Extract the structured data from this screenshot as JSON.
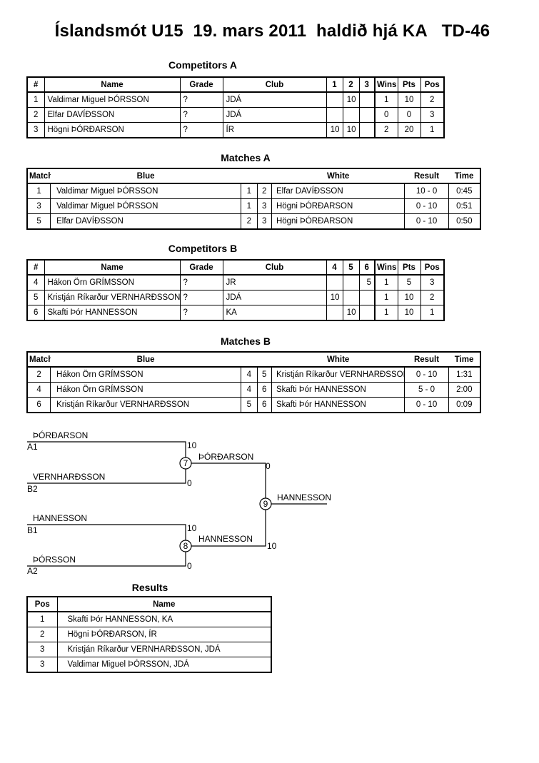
{
  "title": "Íslandsmót U15  19. mars 2011  haldið hjá KA   TD-46",
  "competitors_a": {
    "title": "Competitors A",
    "headers": [
      "#",
      "Name",
      "Grade",
      "Club",
      "1",
      "2",
      "3",
      "Wins",
      "Pts",
      "Pos"
    ],
    "rows": [
      {
        "num": "1",
        "name": "Valdimar Miguel ÞÓRSSON",
        "grade": "?",
        "club": "JDÁ",
        "r1": "",
        "r2": "10",
        "r3": "",
        "wins": "1",
        "pts": "10",
        "pos": "2"
      },
      {
        "num": "2",
        "name": "Elfar DAVÍÐSSON",
        "grade": "?",
        "club": "JDÁ",
        "r1": "",
        "r2": "",
        "r3": "",
        "wins": "0",
        "pts": "0",
        "pos": "3"
      },
      {
        "num": "3",
        "name": "Högni ÞÓRÐARSON",
        "grade": "?",
        "club": "ÍR",
        "r1": "10",
        "r2": "10",
        "r3": "",
        "wins": "2",
        "pts": "20",
        "pos": "1"
      }
    ]
  },
  "matches_a": {
    "title": "Matches A",
    "headers": [
      "Match",
      "Blue",
      "White",
      "Result",
      "Time"
    ],
    "rows": [
      {
        "match": "1",
        "blue": "Valdimar Miguel ÞÓRSSON",
        "b": "1",
        "w": "2",
        "white": "Elfar DAVÍÐSSON",
        "result": "10 - 0",
        "time": "0:45"
      },
      {
        "match": "3",
        "blue": "Valdimar Miguel ÞÓRSSON",
        "b": "1",
        "w": "3",
        "white": "Högni ÞÓRÐARSON",
        "result": "0 - 10",
        "time": "0:51"
      },
      {
        "match": "5",
        "blue": "Elfar DAVÍÐSSON",
        "b": "2",
        "w": "3",
        "white": "Högni ÞÓRÐARSON",
        "result": "0 - 10",
        "time": "0:50"
      }
    ]
  },
  "competitors_b": {
    "title": "Competitors B",
    "headers": [
      "#",
      "Name",
      "Grade",
      "Club",
      "4",
      "5",
      "6",
      "Wins",
      "Pts",
      "Pos"
    ],
    "rows": [
      {
        "num": "4",
        "name": "Hákon Örn GRÍMSSON",
        "grade": "?",
        "club": "JR",
        "r1": "",
        "r2": "",
        "r3": "5",
        "wins": "1",
        "pts": "5",
        "pos": "3"
      },
      {
        "num": "5",
        "name": "Kristján Ríkarður VERNHARÐSSON",
        "grade": "?",
        "club": "JDÁ",
        "r1": "10",
        "r2": "",
        "r3": "",
        "wins": "1",
        "pts": "10",
        "pos": "2"
      },
      {
        "num": "6",
        "name": "Skafti Þór  HANNESSON",
        "grade": "?",
        "club": "KA",
        "r1": "",
        "r2": "10",
        "r3": "",
        "wins": "1",
        "pts": "10",
        "pos": "1"
      }
    ]
  },
  "matches_b": {
    "title": "Matches B",
    "headers": [
      "Match",
      "Blue",
      "White",
      "Result",
      "Time"
    ],
    "rows": [
      {
        "match": "2",
        "blue": "Hákon Örn GRÍMSSON",
        "b": "4",
        "w": "5",
        "white": "Kristján Ríkarður VERNHARÐSSON",
        "result": "0 - 10",
        "time": "1:31"
      },
      {
        "match": "4",
        "blue": "Hákon Örn GRÍMSSON",
        "b": "4",
        "w": "6",
        "white": "Skafti Þór  HANNESSON",
        "result": "5 - 0",
        "time": "2:00"
      },
      {
        "match": "6",
        "blue": "Kristján Ríkarður VERNHARÐSSON",
        "b": "5",
        "w": "6",
        "white": "Skafti Þór  HANNESSON",
        "result": "0 - 10",
        "time": "0:09"
      }
    ]
  },
  "bracket": {
    "seeds": [
      {
        "name": "ÞÓRÐARSON",
        "seed": "A1",
        "score": "10"
      },
      {
        "name": "VERNHARÐSSON",
        "seed": "B2",
        "score": "0"
      },
      {
        "name": "HANNESSON",
        "seed": "B1",
        "score": "10"
      },
      {
        "name": "ÞÓRSSON",
        "seed": "A2",
        "score": "0"
      }
    ],
    "semis": [
      {
        "match": "7",
        "winner": "ÞÓRÐARSON",
        "score": "0"
      },
      {
        "match": "8",
        "winner": "HANNESSON",
        "score": "10"
      }
    ],
    "final": {
      "match": "9",
      "winner": "HANNESSON"
    }
  },
  "results": {
    "title": "Results",
    "headers": [
      "Pos",
      "Name"
    ],
    "rows": [
      {
        "pos": "1",
        "name": "Skafti Þór  HANNESSON, KA"
      },
      {
        "pos": "2",
        "name": "Högni ÞÓRÐARSON, ÍR"
      },
      {
        "pos": "3",
        "name": "Kristján Ríkarður VERNHARÐSSON, JDÁ"
      },
      {
        "pos": "3",
        "name": "Valdimar Miguel ÞÓRSSON, JDÁ"
      }
    ]
  }
}
